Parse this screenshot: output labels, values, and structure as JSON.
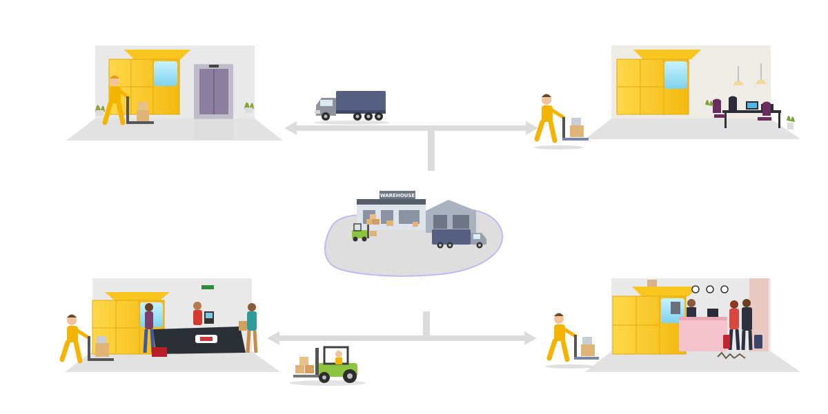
{
  "colors": {
    "background": "#ffffff",
    "floor": "#e3e3e3",
    "wall": "#e9e9e9",
    "locker": "#f9c51f",
    "locker_dark": "#e9a912",
    "locker_screen": "#9fe0f2",
    "arrow": "#dcdcdc",
    "warehouse_blob": "#dedede",
    "warehouse_blob_outline": "#c5b6f3",
    "truck_body": "#556082",
    "truck_cab": "#8e939d",
    "worker": "#f4b400",
    "forklift": "#8cc43f"
  },
  "warehouse": {
    "sign": "WAREHOUSE"
  },
  "scenes": [
    {
      "id": "residential",
      "icon": "elevator-lobby-icon"
    },
    {
      "id": "office",
      "icon": "office-desk-icon"
    },
    {
      "id": "retail",
      "icon": "checkout-counter-icon"
    },
    {
      "id": "hotel",
      "icon": "reception-desk-icon"
    }
  ],
  "vehicles": [
    {
      "id": "delivery-truck",
      "icon": "truck-icon"
    },
    {
      "id": "forklift",
      "icon": "forklift-icon"
    }
  ]
}
